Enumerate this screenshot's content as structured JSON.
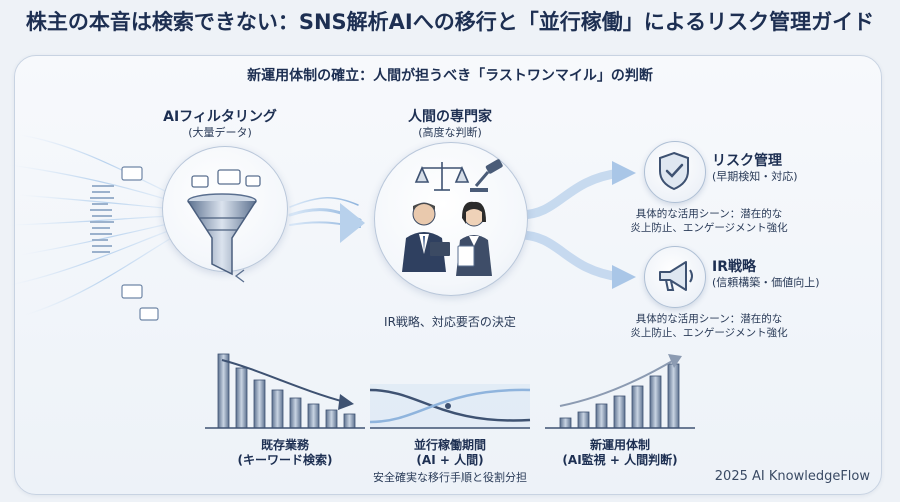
{
  "title": "株主の本音は検索できない：SNS解析AIへの移行と「並行稼働」によるリスク管理ガイド",
  "subtitle": "新運用体制の確立：人間が担うべき「ラストワンマイル」の判断",
  "ai_filter": {
    "title": "AIフィルタリング",
    "sub": "(大量データ)"
  },
  "human_expert": {
    "title": "人間の専門家",
    "sub": "(高度な判断)",
    "caption": "IR戦略、対応要否の決定"
  },
  "risk": {
    "title": "リスク管理",
    "sub": "(早期検知・対応)",
    "desc1": "具体的な活用シーン：潜在的な",
    "desc2": "炎上防止、エンゲージメント強化"
  },
  "ir": {
    "title": "IR戦略",
    "sub": "(信頼構築・価値向上)",
    "desc1": "具体的な活用シーン：潜在的な",
    "desc2": "炎上防止、エンゲージメント強化"
  },
  "phases": [
    {
      "title": "既存業務",
      "sub": "(キーワード検索)"
    },
    {
      "title": "並行稼働期間",
      "sub": "(AI + 人間)"
    },
    {
      "title": "新運用体制",
      "sub": "(AI監視 + 人間判断)"
    }
  ],
  "phase_caption": "安全確実な移行手順と役割分担",
  "footer": "2025 AI KnowledgeFlow",
  "colors": {
    "navy": "#1d2f52",
    "steel": "#5a6f8f",
    "light_blue": "#8fb4dd",
    "glow": "#cfe3f7"
  },
  "icons": {
    "funnel": "funnel-icon",
    "scales": "scales-icon",
    "gavel": "gavel-icon",
    "shield": "shield-check-icon",
    "megaphone": "megaphone-icon"
  }
}
